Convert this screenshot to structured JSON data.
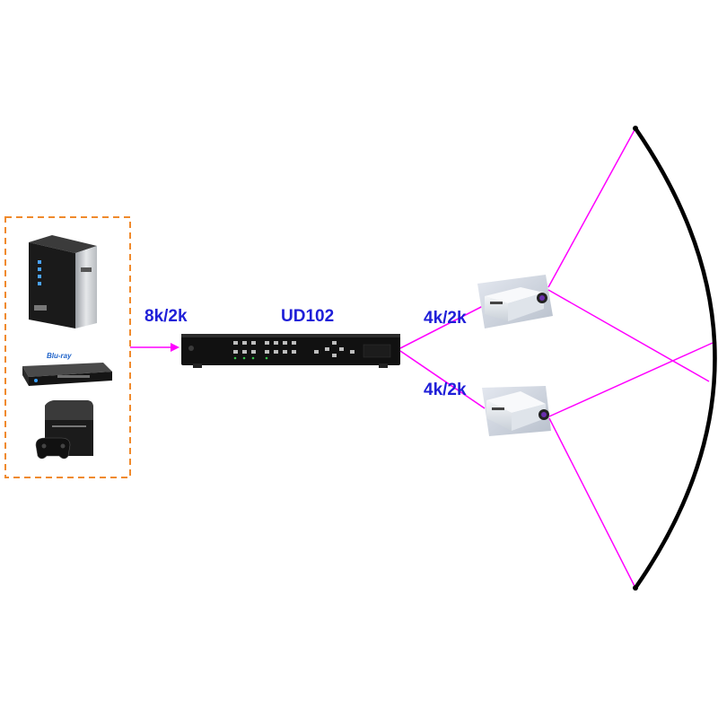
{
  "labels": {
    "input_resolution": "8k/2k",
    "device_name": "UD102",
    "output1_resolution": "4k/2k",
    "output2_resolution": "4k/2k"
  },
  "colors": {
    "signal_line": "#ff00ff",
    "label_text": "#1f1fd8",
    "source_box_border": "#f08a2c",
    "screen": "#000000"
  },
  "sources": [
    {
      "icon": "media-server-icon"
    },
    {
      "icon": "blu-ray-player-icon"
    },
    {
      "icon": "game-console-icon"
    }
  ],
  "projectors": [
    {
      "icon": "projector-icon"
    },
    {
      "icon": "projector-icon"
    }
  ]
}
